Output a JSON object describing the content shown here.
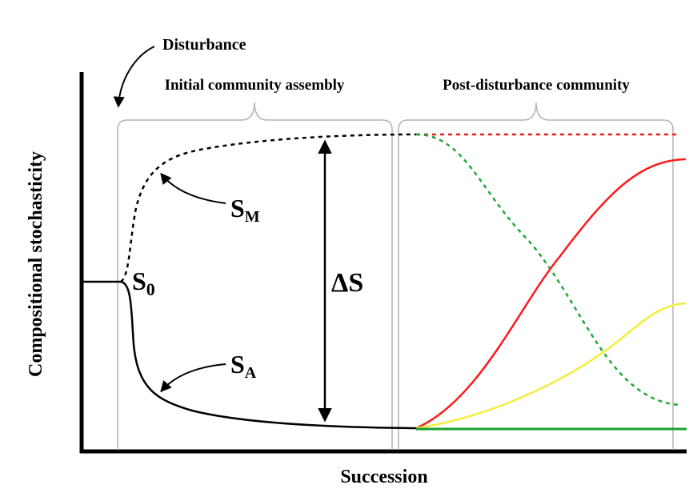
{
  "figure": {
    "ylabel": "Compositional stochasticity",
    "xlabel": "Succession",
    "annotations": {
      "disturbance": "Disturbance",
      "phase_initial": "Initial community assembly",
      "phase_post": "Post-disturbance community",
      "s_max_main": "S",
      "s_max_sub": "M",
      "s_zero_main": "S",
      "s_zero_sub": "0",
      "s_assembly_main": "S",
      "s_assembly_sub": "A",
      "delta_s": "ΔS"
    },
    "colors": {
      "axis": "#000000",
      "bracket": "#b3b3b3",
      "red": "#ff1a1a",
      "yellow": "#f2ef3a",
      "green": "#1a9e2e",
      "green_dashed": "#22a83a",
      "black": "#000000"
    },
    "icons": [
      "curved-arrow-icon",
      "double-headed-arrow-icon",
      "curly-brace-icon"
    ]
  }
}
